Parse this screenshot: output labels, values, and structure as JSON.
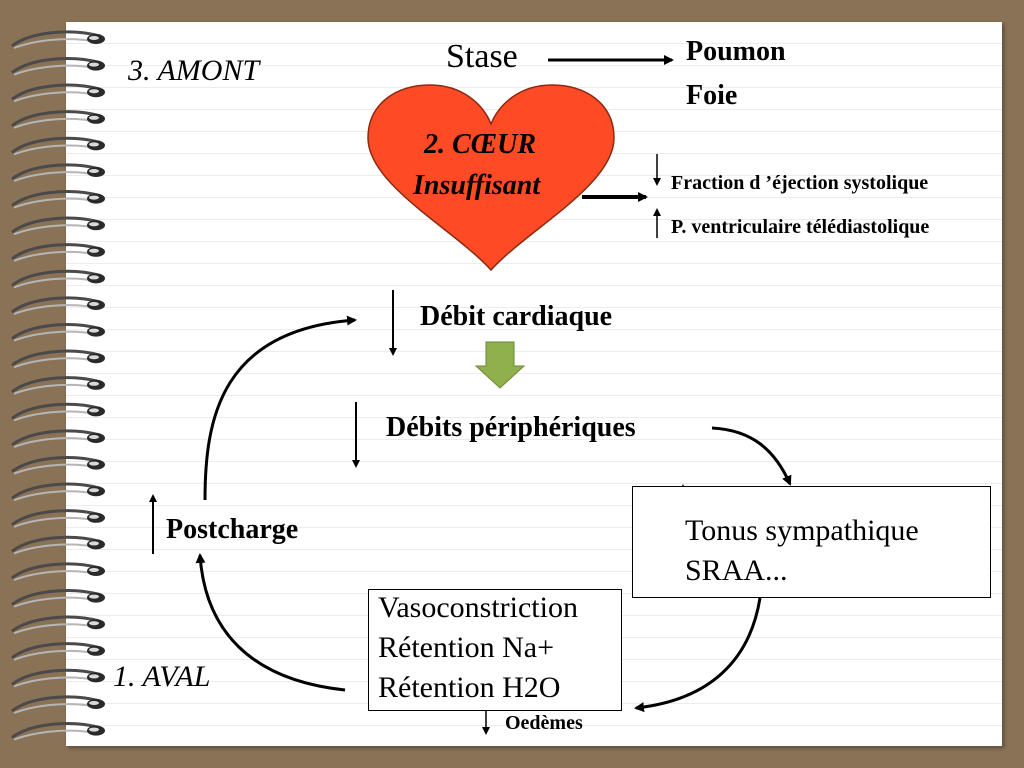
{
  "colors": {
    "background": "#8a7256",
    "heart": "#ff4a26",
    "down_arrow": "#8fb04c"
  },
  "diagram": {
    "amont": "3. AMONT",
    "aval": "1. AVAL",
    "stase": "Stase",
    "poumon": "Poumon",
    "foie": "Foie",
    "coeur_line1": "2. CŒUR",
    "coeur_line2": "Insuffisant",
    "fraction": "Fraction d ’éjection systolique",
    "pression": "P. ventriculaire télédiastolique",
    "debit_cardiaque": "Débit cardiaque",
    "debits_peripheriques": "Débits périphériques",
    "postcharge": "Postcharge",
    "tonus": "Tonus sympathique",
    "sraa": "SRAA...",
    "vaso": "Vasoconstriction",
    "retention_na": "Rétention Na+",
    "retention_h2o": "Rétention H2O",
    "oedemes": "Oedèmes"
  }
}
